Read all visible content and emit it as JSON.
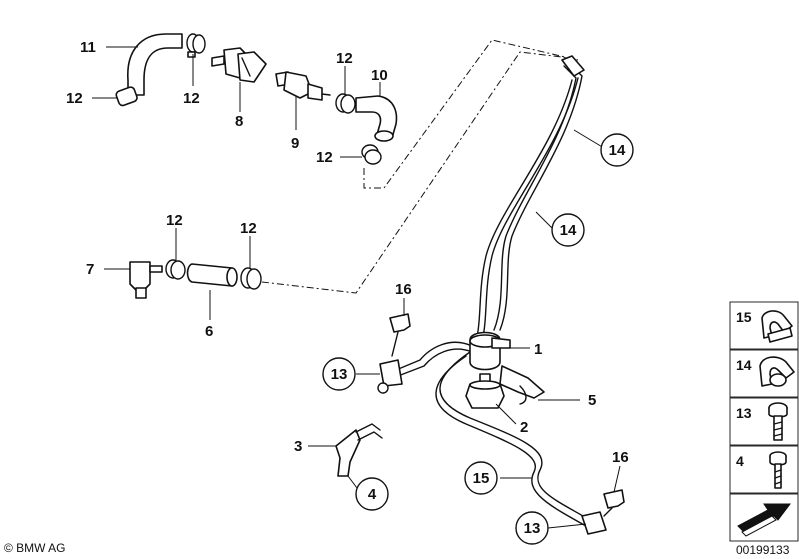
{
  "labels": {
    "p1": "1",
    "p2": "2",
    "p3": "3",
    "p4": "4",
    "p5": "5",
    "p6": "6",
    "p7": "7",
    "p8": "8",
    "p9": "9",
    "p10": "10",
    "p11": "11",
    "p12": "12",
    "p13": "13",
    "p14": "14",
    "p15": "15",
    "p16": "16"
  },
  "legend": {
    "items": [
      "15",
      "14",
      "13",
      "4"
    ]
  },
  "footer": {
    "copyright": "© BMW AG",
    "diagram_id": "00199133"
  }
}
